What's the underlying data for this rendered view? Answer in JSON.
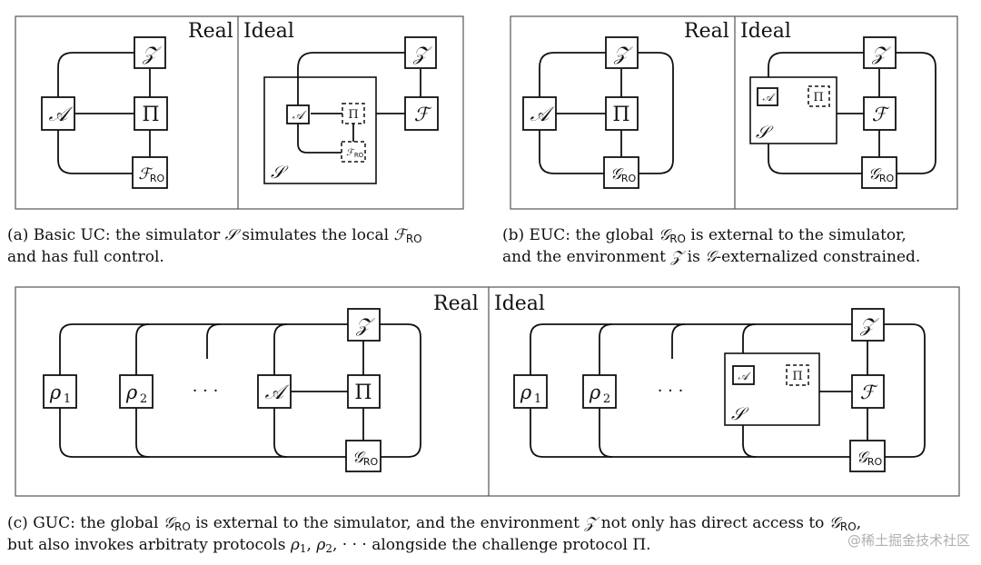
{
  "panels": {
    "a": {
      "real": "Real",
      "ideal": "Ideal",
      "caption": {
        "l1a": "(a) Basic UC: the simulator ",
        "l1b": "𝒮",
        "l1c": " simulates the local ",
        "l1d": "ℱ",
        "l1e": "RO",
        "l2": "and has full control."
      }
    },
    "b": {
      "real": "Real",
      "ideal": "Ideal",
      "caption": {
        "l1a": "(b) EUC: the global ",
        "l1b": "𝒢",
        "l1c": "RO",
        "l1d": " is external to the simulator,",
        "l2a": "and the environment ",
        "l2b": "𝒵",
        "l2c": " is ",
        "l2d": "𝒢",
        "l2e": "-externalized constrained."
      }
    },
    "c": {
      "real": "Real",
      "ideal": "Ideal",
      "caption": {
        "l1a": "(c) GUC: the global ",
        "l1b": "𝒢",
        "l1c": "RO",
        "l1d": " is external to the simulator, and the environment ",
        "l1e": "𝒵",
        "l1f": " not only has direct access to ",
        "l1g": "𝒢",
        "l1h": "RO",
        "l1i": ",",
        "l2a": "but also invokes arbitraty protocols ",
        "l2b": "ρ",
        "l2c": "1",
        "l2d": ", ",
        "l2e": "ρ",
        "l2f": "2",
        "l2g": ", · · ·  alongside the challenge protocol Π."
      }
    }
  },
  "symbols": {
    "Z": "𝒵",
    "A": "𝒜",
    "Pi": "Π",
    "F": "ℱ",
    "S": "𝒮",
    "G": "𝒢",
    "RO": "RO",
    "rho": "ρ",
    "one": "1",
    "two": "2",
    "dots": "· · ·"
  },
  "watermark": "@稀土掘金技术社区"
}
